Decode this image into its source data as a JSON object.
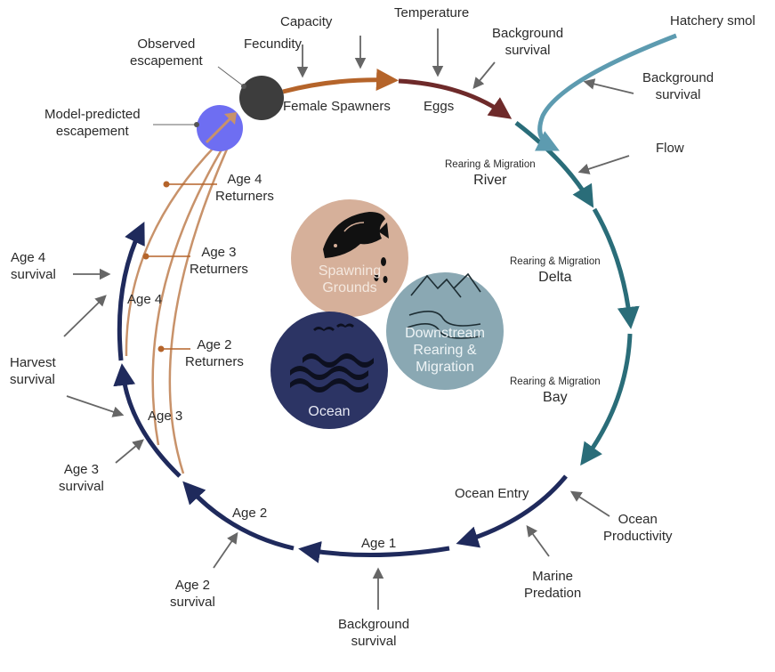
{
  "colors": {
    "spawning_arrow": "#b5642a",
    "eggs_arrow": "#6e2a2a",
    "river_arrow": "#2a6d79",
    "hatchery_arrow": "#5d9bb0",
    "ocean_arrow": "#1f2a5c",
    "returner_line": "#c8926a",
    "observed_dot": "#3d3d3d",
    "model_dot": "#6e6ef2",
    "spawning_circle": "#d6b09a",
    "downstream_circle": "#8aa8b3",
    "ocean_circle": "#2c3464",
    "driver_arrow": "#666666"
  },
  "stages": {
    "female_spawners": "Female Spawners",
    "eggs": "Eggs",
    "river_sub": "Rearing & Migration",
    "river": "River",
    "delta_sub": "Rearing & Migration",
    "delta": "Delta",
    "bay_sub": "Rearing & Migration",
    "bay": "Bay",
    "ocean_entry": "Ocean Entry",
    "age1": "Age 1",
    "age2": "Age 2",
    "age3": "Age 3",
    "age4": "Age 4"
  },
  "drivers": {
    "capacity": "Capacity",
    "fecundity": "Fecundity",
    "temperature": "Temperature",
    "background_survival_top": "Background\nsurvival",
    "hatchery_smolts": "Hatchery smol",
    "background_survival_hatchery": "Background\nsurvival",
    "flow": "Flow",
    "ocean_productivity": "Ocean\nProductivity",
    "marine_predation": "Marine\nPredation",
    "background_survival_bottom": "Background\nsurvival",
    "age2_survival": "Age 2\nsurvival",
    "age3_survival": "Age 3\nsurvival",
    "harvest_survival": "Harvest\nsurvival",
    "age4_survival": "Age 4\nsurvival",
    "observed_escapement": "Observed\nescapement",
    "model_predicted_escapement": "Model-predicted\nescapement"
  },
  "returners": {
    "age4": "Age 4\nReturners",
    "age3": "Age 3\nReturners",
    "age2": "Age 2\nReturners"
  },
  "habitats": {
    "spawning": "Spawning\nGrounds",
    "downstream": "Downstream\nRearing &\nMigration",
    "ocean": "Ocean"
  },
  "icons": {
    "spawning": "fish-icon",
    "downstream": "river-mountains-icon",
    "ocean": "waves-birds-icon"
  }
}
